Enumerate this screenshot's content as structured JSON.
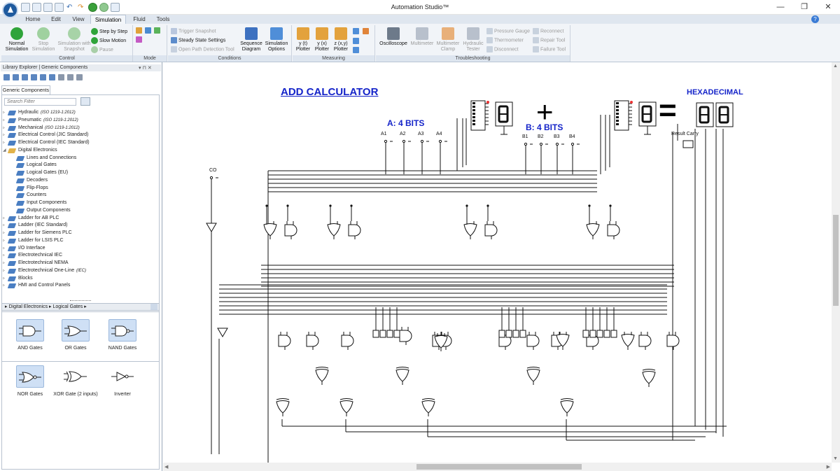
{
  "app": {
    "title": "Automation Studio™"
  },
  "titlebar": {
    "minimize": "—",
    "restore": "❐",
    "close": "✕"
  },
  "tabs": [
    {
      "label": "Home"
    },
    {
      "label": "Edit"
    },
    {
      "label": "View"
    },
    {
      "label": "Simulation",
      "active": true
    },
    {
      "label": "Fluid"
    },
    {
      "label": "Tools"
    }
  ],
  "help": "?",
  "ribbon": {
    "control": {
      "label": "Control",
      "normal": "Normal Simulation",
      "stop": "Stop Simulation",
      "snapshot": "Simulation with Snapshot",
      "step": "Step by Step",
      "slow": "Slow Motion",
      "pause": "Pause"
    },
    "mode": {
      "label": "Mode"
    },
    "conditions": {
      "label": "Conditions",
      "trigger": "Trigger Snapshot",
      "steady": "Steady State Settings",
      "open_path": "Open Path Detection Tool",
      "sequence": "Sequence Diagram",
      "options": "Simulation Options"
    },
    "measuring": {
      "label": "Measuring",
      "yt": "y (t) Plotter",
      "yx": "y (x) Plotter",
      "zxy": "z (x,y) Plotter"
    },
    "troubleshooting": {
      "label": "Troubleshooting",
      "oscilloscope": "Oscilloscope",
      "multimeter": "Multimeter",
      "multimeter_clamp": "Multimeter Clamp",
      "hydraulic_tester": "Hydraulic Tester",
      "pressure_gauge": "Pressure Gauge",
      "thermometer": "Thermometer",
      "disconnect": "Disconnect",
      "reconnect": "Reconnect",
      "repair": "Repair Tool",
      "failure": "Failure Tool"
    }
  },
  "panel": {
    "title": "Library Explorer | Generic Components",
    "pin": "▾ ⊓ ✕",
    "tab": "Generic Components",
    "search_placeholder": "Search Filter",
    "tree": [
      {
        "label": "Hydraulic",
        "sub": "(ISO 1219-1:2012)",
        "level": 0
      },
      {
        "label": "Pneumatic",
        "sub": "(ISO 1219-1:2012)",
        "level": 0
      },
      {
        "label": "Mechanical",
        "sub": "(ISO 1219-1:2012)",
        "level": 0
      },
      {
        "label": "Electrical Control (JIC Standard)",
        "sub": "",
        "level": 0
      },
      {
        "label": "Electrical Control (IEC Standard)",
        "sub": "",
        "level": 0
      },
      {
        "label": "Digital Electronics",
        "sub": "",
        "level": 0,
        "open": true
      },
      {
        "label": "Lines and Connections",
        "sub": "",
        "level": 1
      },
      {
        "label": "Logical Gates",
        "sub": "",
        "level": 1
      },
      {
        "label": "Logical Gates (EU)",
        "sub": "",
        "level": 1
      },
      {
        "label": "Decoders",
        "sub": "",
        "level": 1
      },
      {
        "label": "Flip-Flops",
        "sub": "",
        "level": 1
      },
      {
        "label": "Counters",
        "sub": "",
        "level": 1
      },
      {
        "label": "Input Components",
        "sub": "",
        "level": 1
      },
      {
        "label": "Output Components",
        "sub": "",
        "level": 1
      },
      {
        "label": "Ladder for AB PLC",
        "sub": "",
        "level": 0
      },
      {
        "label": "Ladder (IEC Standard)",
        "sub": "",
        "level": 0
      },
      {
        "label": "Ladder for Siemens PLC",
        "sub": "",
        "level": 0
      },
      {
        "label": "Ladder for LSIS PLC",
        "sub": "",
        "level": 0
      },
      {
        "label": "I/O Interface",
        "sub": "",
        "level": 0
      },
      {
        "label": "Electrotechnical IEC",
        "sub": "",
        "level": 0
      },
      {
        "label": "Electrotechnical NEMA",
        "sub": "",
        "level": 0
      },
      {
        "label": "Electrotechnical One-Line",
        "sub": "(IEC)",
        "level": 0
      },
      {
        "label": "Blocks",
        "sub": "",
        "level": 0
      },
      {
        "label": "HMI and Control Panels",
        "sub": "",
        "level": 0
      }
    ],
    "breadcrumb": "▸ Digital Electronics ▸ Logical Gates ▸",
    "gates": [
      {
        "label": "AND Gates",
        "icon": "and-gate-icon"
      },
      {
        "label": "OR Gates",
        "icon": "or-gate-icon"
      },
      {
        "label": "NAND Gates",
        "icon": "nand-gate-icon"
      },
      {
        "label": "NOR Gates",
        "icon": "nor-gate-icon"
      },
      {
        "label": "XOR Gate (2 inputs)",
        "icon": "xor-gate-icon"
      },
      {
        "label": "Inverter",
        "icon": "inverter-icon"
      }
    ]
  },
  "diagram": {
    "title": "ADD CALCULATOR",
    "a_label": "A:  4 BITS",
    "b_label": "B:  4 BITS",
    "hex_label": "HEXADECIMAL",
    "plus": "+",
    "equals": "=",
    "result_carry": "Result Carry",
    "co": "CO",
    "a_inputs": [
      "A1",
      "A2",
      "A3",
      "A4"
    ],
    "b_inputs": [
      "B1",
      "B2",
      "B3",
      "B4"
    ]
  }
}
